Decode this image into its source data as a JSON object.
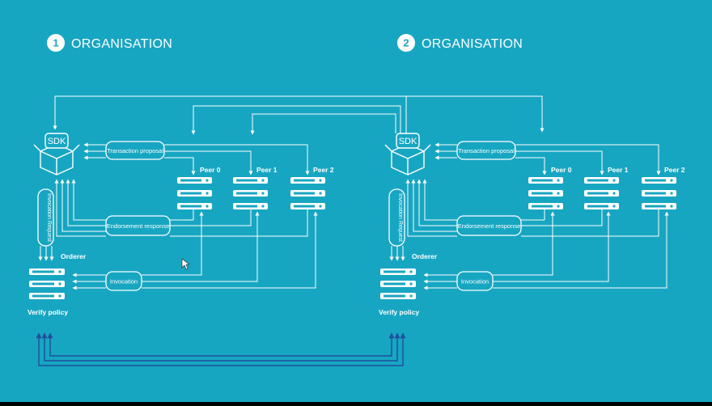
{
  "colors": {
    "background": "#17a6c2",
    "line": "#ffffff",
    "interorg_line": "#1e4e9e"
  },
  "organisations": [
    {
      "number": "1",
      "title": "ORGANISATION",
      "sdk_label": "SDK",
      "invocation_request_label": "Invocation Request",
      "transaction_proposal_label": "Transaction proposal",
      "endorsement_response_label": "Endorsement response",
      "invocation_label": "Invocation",
      "orderer_label": "Orderer",
      "verify_policy_label": "Verify policy",
      "peers": [
        "Peer 0",
        "Peer 1",
        "Peer 2"
      ]
    },
    {
      "number": "2",
      "title": "ORGANISATION",
      "sdk_label": "SDK",
      "invocation_request_label": "Invocation Request",
      "transaction_proposal_label": "Transaction proposal",
      "endorsement_response_label": "Endorsement response",
      "invocation_label": "Invocation",
      "orderer_label": "Orderer",
      "verify_policy_label": "Verify policy",
      "peers": [
        "Peer 0",
        "Peer 1",
        "Peer 2"
      ]
    }
  ]
}
